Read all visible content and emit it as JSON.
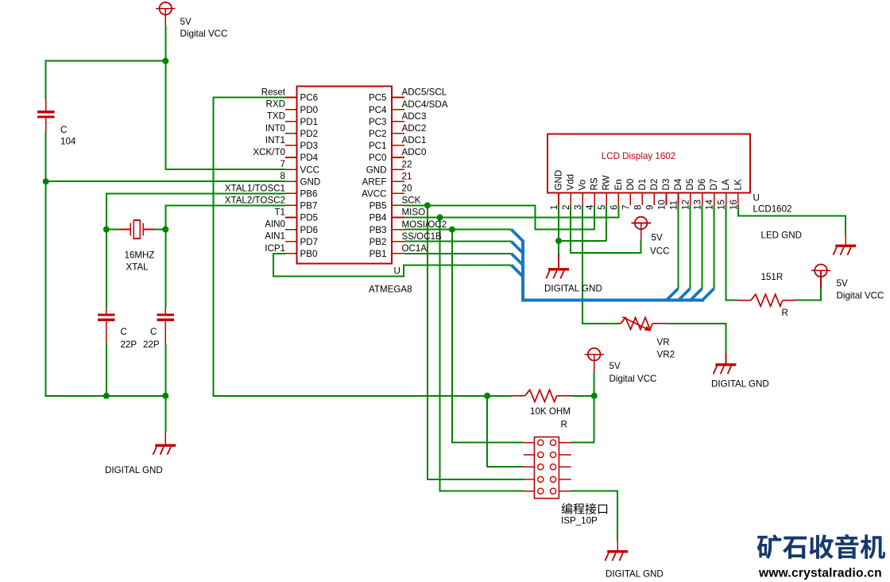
{
  "mcu": {
    "designator": "U",
    "name": "ATMEGA8",
    "left_pins": [
      {
        "net": "Reset",
        "pin": "PC6"
      },
      {
        "net": "RXD",
        "pin": "PD0"
      },
      {
        "net": "TXD",
        "pin": "PD1"
      },
      {
        "net": "INT0",
        "pin": "PD2"
      },
      {
        "net": "INT1",
        "pin": "PD3"
      },
      {
        "net": "XCK/T0",
        "pin": "PD4"
      },
      {
        "net": "7",
        "pin": "VCC"
      },
      {
        "net": "8",
        "pin": "GND"
      },
      {
        "net": "XTAL1/TOSC1",
        "pin": "PB6"
      },
      {
        "net": "XTAL2/TOSC2",
        "pin": "PB7"
      },
      {
        "net": "T1",
        "pin": "PD5"
      },
      {
        "net": "AIN0",
        "pin": "PD6"
      },
      {
        "net": "AIN1",
        "pin": "PD7"
      },
      {
        "net": "ICP1",
        "pin": "PB0"
      }
    ],
    "right_pins": [
      {
        "pin": "PC5",
        "net": "ADC5/SCL"
      },
      {
        "pin": "PC4",
        "net": "ADC4/SDA"
      },
      {
        "pin": "PC3",
        "net": "ADC3"
      },
      {
        "pin": "PC2",
        "net": "ADC2"
      },
      {
        "pin": "PC1",
        "net": "ADC1"
      },
      {
        "pin": "PC0",
        "net": "ADC0"
      },
      {
        "pin": "GND",
        "net": "22"
      },
      {
        "pin": "AREF",
        "net": "21"
      },
      {
        "pin": "AVCC",
        "net": "20"
      },
      {
        "pin": "PB5",
        "net": "SCK"
      },
      {
        "pin": "PB4",
        "net": "MISO"
      },
      {
        "pin": "PB3",
        "net": "MOSI/OC2"
      },
      {
        "pin": "PB2",
        "net": "SS/OC1B"
      },
      {
        "pin": "PB1",
        "net": "OC1A"
      }
    ]
  },
  "lcd": {
    "title": "LCD Display 1602",
    "designator": "U",
    "name": "LCD1602",
    "pins": [
      {
        "num": "1",
        "name": "GND"
      },
      {
        "num": "2",
        "name": "Vdd"
      },
      {
        "num": "3",
        "name": "Vo"
      },
      {
        "num": "4",
        "name": "RS"
      },
      {
        "num": "5",
        "name": "RW"
      },
      {
        "num": "6",
        "name": "En"
      },
      {
        "num": "7",
        "name": "D0"
      },
      {
        "num": "8",
        "name": "D1"
      },
      {
        "num": "9",
        "name": "D2"
      },
      {
        "num": "10",
        "name": "D3"
      },
      {
        "num": "11",
        "name": "D4"
      },
      {
        "num": "12",
        "name": "D5"
      },
      {
        "num": "13",
        "name": "D6"
      },
      {
        "num": "14",
        "name": "D7"
      },
      {
        "num": "15",
        "name": "LA"
      },
      {
        "num": "16",
        "name": "LK"
      }
    ]
  },
  "isp": {
    "title_cn": "编程接口",
    "name": "ISP_10P"
  },
  "capacitors": [
    {
      "ref": "C",
      "value": "104"
    },
    {
      "ref": "C",
      "value": "22P"
    },
    {
      "ref": "C",
      "value": "22P"
    }
  ],
  "crystal": {
    "value": "16MHZ",
    "name": "XTAL"
  },
  "resistors": {
    "pullup": {
      "value": "10K OHM",
      "ref": "R"
    },
    "led": {
      "value": "151R",
      "ref": "R"
    },
    "contrast": {
      "ref": "VR",
      "name": "VR2"
    }
  },
  "power_flags": [
    {
      "volt": "5V",
      "net": "Digital VCC"
    },
    {
      "volt": "5V",
      "net": "VCC"
    },
    {
      "volt": "5V",
      "net": "Digital VCC"
    },
    {
      "volt": "5V",
      "net": "Digital VCC"
    }
  ],
  "ground_labels": [
    "DIGITAL GND",
    "DIGITAL GND",
    "DIGITAL GND",
    "DIGITAL GND",
    "LED GND"
  ],
  "watermark": {
    "logo": "矿石收音机",
    "url": "www.crystalradio.cn"
  },
  "colors": {
    "wire": "#008400",
    "component": "#c00000",
    "bus": "#1879bd",
    "text": "#000000",
    "watermark": "#16386e",
    "background": "#ffffff"
  }
}
